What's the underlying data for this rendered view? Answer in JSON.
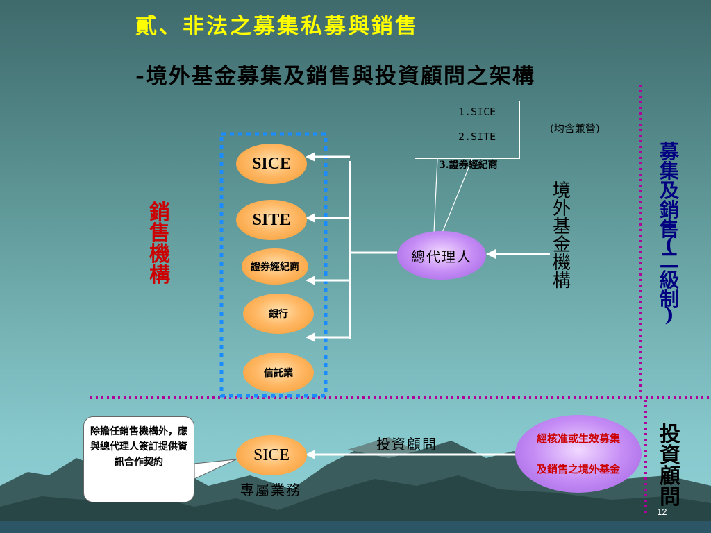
{
  "slide": {
    "title_line1": "貳、非法之募集私募與銷售",
    "title_line2": "-境外基金募集及銷售與投資顧問之架構",
    "box_items": [
      "1.SICE",
      "2.SITE",
      "3.證券經紀商"
    ],
    "box_note": "(均含兼營)",
    "sales_channels": [
      "SICE",
      "SITE",
      "證券經紀商",
      "銀行",
      "信託業"
    ],
    "sales_org_label": [
      "銷",
      "售",
      "機",
      "構"
    ],
    "general_agent": "總代理人",
    "offshore_fund_label": [
      "境",
      "外",
      "基",
      "金",
      "機",
      "構"
    ],
    "tier_label": [
      "募",
      "集",
      "及",
      "銷",
      "售",
      "(",
      "二",
      "級",
      "制",
      ")"
    ],
    "advisory_label": [
      "投",
      "資",
      "顧",
      "問"
    ],
    "approved_fund_line1": "經核准或生效募集",
    "approved_fund_line2": "及銷售之境外基金",
    "advisory_arrow_label": "投資顧問",
    "advisory_sice": "SICE",
    "exclusive_business": "專屬業務",
    "callout_text": "除擔任銷售機構外，應與總代理人簽訂提供資訊合作契約",
    "page_number": "12"
  },
  "colors": {
    "title_yellow": "#ffff00",
    "red_label": "#cc0000",
    "blue_label": "#000080",
    "dashed_blue": "#1a8cff",
    "dotted_purple": "#b0009a"
  }
}
